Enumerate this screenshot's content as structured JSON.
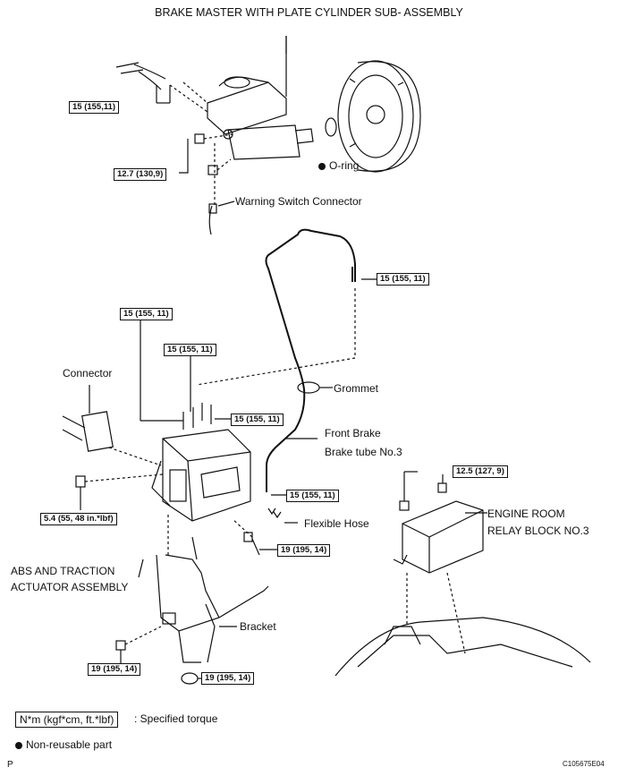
{
  "title": "BRAKE MASTER WITH PLATE CYLINDER SUB- ASSEMBLY",
  "torques": {
    "t1": "15 (155,11)",
    "t2": "12.7 (130,9)",
    "t3": "15 (155, 11)",
    "t4": "15 (155, 11)",
    "t5": "15 (155, 11)",
    "t6": "15 (155, 11)",
    "t7": "5.4 (55, 48 in.*lbf)",
    "t8": "15 (155, 11)",
    "t9": "19 (195, 14)",
    "t10": "12.5 (127, 9)",
    "t11": "19 (195, 14)",
    "t12": "19 (195, 14)"
  },
  "labels": {
    "oring": "O-ring",
    "warning_switch": "Warning Switch Connector",
    "connector": "Connector",
    "grommet": "Grommet",
    "front_brake_1": "Front Brake",
    "front_brake_2": "Brake tube No.3",
    "flexible_hose": "Flexible Hose",
    "engine_room_1": "ENGINE ROOM",
    "engine_room_2": "RELAY BLOCK NO.3",
    "abs_1": "ABS AND TRACTION",
    "abs_2": "ACTUATOR ASSEMBLY",
    "bracket": "Bracket"
  },
  "legend": {
    "torque_box": "N*m (kgf*cm, ft.*lbf)",
    "torque_text": ": Specified torque",
    "nonreusable": "Non-reusable part"
  },
  "footer": {
    "left": "P",
    "code": "C105675E04"
  }
}
